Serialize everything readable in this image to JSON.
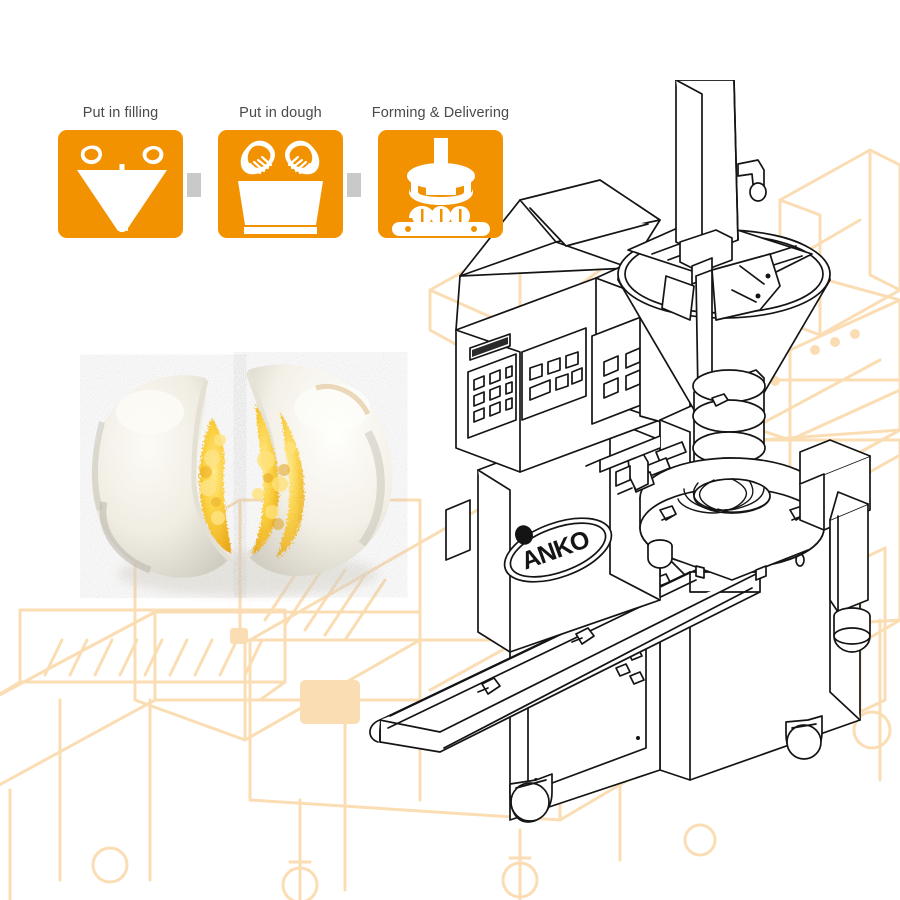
{
  "theme": {
    "accent_orange": "#F29200",
    "watermark_orange": "#FBDDB4",
    "connector_grey": "#C9C9C9",
    "label_text": "#4A4A4A",
    "line_art": "#1A1A1A",
    "background": "#FFFFFF"
  },
  "process": {
    "steps": [
      {
        "index": 1,
        "label": "Put in filling",
        "icon_name": "filling-hopper-auger-icon",
        "icon_description": "conical filling hopper with vertical auger screw and falling filling chunks"
      },
      {
        "index": 2,
        "label": "Put in dough",
        "icon_name": "dough-hands-hopper-icon",
        "icon_description": "two hands placing dough into a divided dough hopper bin"
      },
      {
        "index": 3,
        "label": "Forming & Delivering",
        "icon_name": "forming-head-conveyor-icon",
        "icon_description": "forming encrusting head above a conveyor carrying three round buns"
      }
    ],
    "connectors": [
      {
        "between": "1-2",
        "dots": 2
      },
      {
        "between": "2-3",
        "dots": 2
      }
    ]
  },
  "product": {
    "name": "custard-filled-steamed-bun",
    "description": "steamed bun split open revealing yellow custard lava filling",
    "crust_color": "#F2EFE7",
    "filling_color": "#F7C732"
  },
  "machine": {
    "name": "encrusting-forming-machine",
    "brand_badge": "ANKO",
    "parts": [
      {
        "name": "filling-hopper",
        "label": "conical filling hopper with stirrer"
      },
      {
        "name": "motor-column",
        "label": "vertical drive column"
      },
      {
        "name": "dough-hopper",
        "label": "dough feed hopper"
      },
      {
        "name": "control-panel",
        "label": "operator control panel with display and keypad"
      },
      {
        "name": "forming-head",
        "label": "rotary forming head with iris shutter"
      },
      {
        "name": "output-conveyor",
        "label": "output delivery conveyor belt"
      },
      {
        "name": "base-cabinet",
        "label": "stainless steel base cabinet"
      },
      {
        "name": "caster-wheel",
        "label": "swivel caster wheels"
      }
    ],
    "caster_count": 4
  },
  "watermark": {
    "name": "background-production-line-outline",
    "description": "pale orange outline drawing of conveyor production line with legs and casters"
  }
}
